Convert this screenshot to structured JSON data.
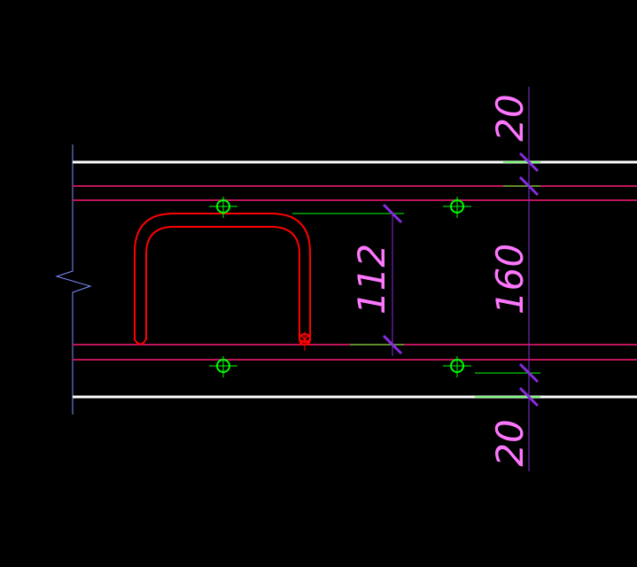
{
  "drawing": {
    "background": "#000000",
    "colors": {
      "slab_edge": "#ffffff",
      "rebar_line": "#c0145a",
      "hook_bar": "#ff0000",
      "rebar_point": "#00ff00",
      "dim_line": "#8a2be2",
      "dim_text": "#ff77ff",
      "ext_line": "#00ff00",
      "break_line": "#7f8fff"
    },
    "dimensions": {
      "top_cover": "20",
      "overall": "160",
      "hook_depth": "112",
      "bottom_cover": "20"
    }
  }
}
